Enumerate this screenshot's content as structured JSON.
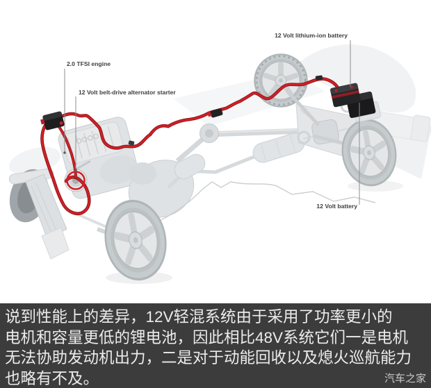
{
  "diagram": {
    "labels": {
      "engine": "2.0 TFSI engine",
      "alternator_starter": "12 Volt belt-drive alternator starter",
      "lithium_battery": "12 Volt lithium-ion battery",
      "battery_12v": "12 Volt battery"
    },
    "colors": {
      "cable_red": "#c92026",
      "chassis_ghost": "#dde0e3",
      "component_black": "#1e1e20",
      "label_text": "#3e3e3e",
      "leader_line": "#8d8d8d"
    }
  },
  "caption": {
    "lines": [
      "说到性能上的差异，12V轻混系统由于采用了功率更小的",
      "电机和容量更低的锂电池，因此相比48V系统它们一是电机",
      "无法协助发动机出力，二是对于动能回收以及熄火巡航能力",
      "也略有不及。"
    ],
    "background": "#3c3c3c",
    "text_color": "#ececec",
    "watermark": "汽车之家"
  }
}
